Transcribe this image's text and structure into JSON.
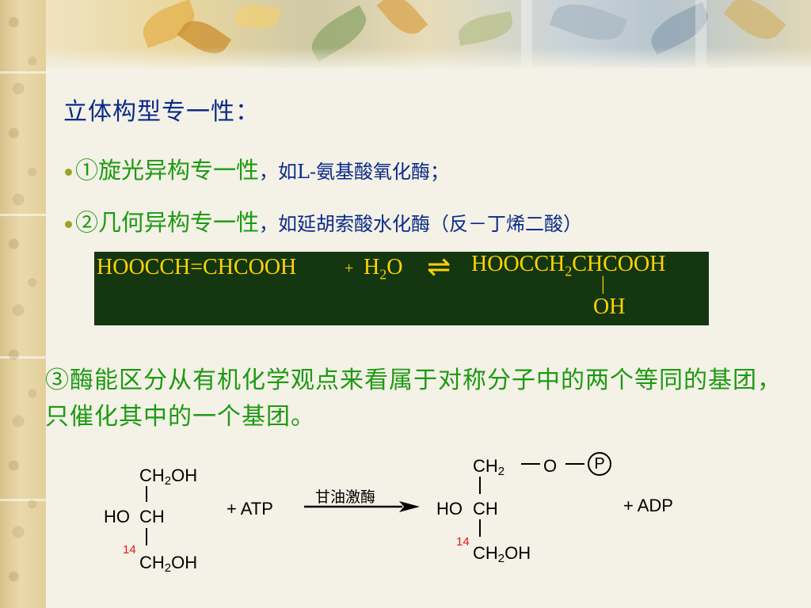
{
  "heading": "立体构型专一性：",
  "bullets": [
    {
      "title": "①旋光异构专一性",
      "detail": "，如L-氨基酸氧化酶；"
    },
    {
      "title": "②几何异构专一性",
      "detail": "，如延胡索酸水化酶（反－丁烯二酸）"
    }
  ],
  "equation": {
    "reactant": "HOOCCH=CHCOOH",
    "plus": "+",
    "water_h": "H",
    "water_sub": "2",
    "water_o": "O",
    "arrow": "⇌",
    "product_a": "HOOCCH",
    "product_sub": "2",
    "product_b": "CHCOOH",
    "product_bond": "|",
    "product_oh": "OH"
  },
  "paragraph": "③酶能区分从有机化学观点来看属于对称分子中的两个等同的基团，只催化其中的一个基团。",
  "reaction": {
    "left_top_a": "CH",
    "left_top_sub": "2",
    "left_top_b": "OH",
    "left_mid_ho": "HO",
    "left_mid_ch": "CH",
    "left_bot_a": "CH",
    "left_bot_sub": "2",
    "left_bot_b": "OH",
    "isotope": "14",
    "plus_atp": "+ ATP",
    "enzyme": "甘油激酶",
    "right_top_a": "CH",
    "right_top_sub": "2",
    "right_top_o": "O",
    "phosphate": "P",
    "right_mid_ho": "HO",
    "right_mid_ch": "CH",
    "right_bot_a": "CH",
    "right_bot_sub": "2",
    "right_bot_b": "OH",
    "plus_adp": "+ ADP"
  },
  "colors": {
    "heading": "#0a2a8a",
    "highlight": "#1c9a12",
    "equation_bg": "#143610",
    "equation_text": "#ffd400",
    "isotope": "#e8141c"
  }
}
